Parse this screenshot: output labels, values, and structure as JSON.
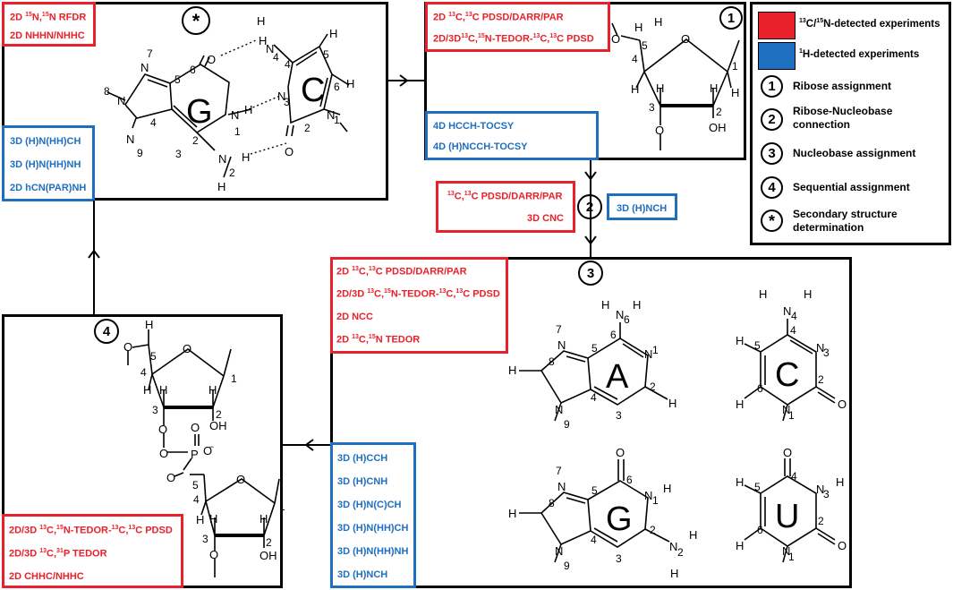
{
  "legend": {
    "red_label": "13C/15N-detected experiments",
    "blue_label": "1H-detected experiments",
    "items": [
      {
        "mark": "1",
        "label": "Ribose assignment"
      },
      {
        "mark": "2",
        "label": "Ribose-Nucleobase connection"
      },
      {
        "mark": "3",
        "label": "Nucleobase assignment"
      },
      {
        "mark": "4",
        "label": "Sequential assignment"
      },
      {
        "mark": "*",
        "label": "Secondary structure determination"
      }
    ]
  },
  "panels": {
    "star": {
      "mark": "*",
      "red": [
        "2D 15N,15N RFDR",
        "2D NHHN/NHHC"
      ],
      "blue": [
        "3D (H)N(HH)CH",
        "3D (H)N(HH)NH",
        "2D hCN(PAR)NH"
      ]
    },
    "one": {
      "mark": "1",
      "red": [
        "2D 13C,13C PDSD/DARR/PAR",
        "2D/3D13C,15N-TEDOR-13C,13C PDSD"
      ],
      "blue": [
        "4D HCCH-TOCSY",
        "4D (H)NCCH-TOCSY"
      ]
    },
    "two": {
      "mark": "2",
      "red": [
        "13C,13C PDSD/DARR/PAR",
        "3D CNC"
      ],
      "blue": [
        "3D (H)NCH"
      ]
    },
    "three": {
      "mark": "3",
      "red": [
        "2D 13C,13C PDSD/DARR/PAR",
        "2D/3D 13C,15N-TEDOR-13C,13C PDSD",
        "2D NCC",
        "2D 13C,15N TEDOR"
      ],
      "blue": [
        "3D (H)CCH",
        "3D (H)CNH",
        "3D (H)N(C)CH",
        "3D (H)N(HH)CH",
        "3D (H)N(HH)NH",
        "3D (H)NCH"
      ]
    },
    "four": {
      "mark": "4",
      "red": [
        "2D/3D 13C,15N-TEDOR-13C,13C PDSD",
        "2D/3D 13C,31P TEDOR",
        "2D CHHC/NHHC"
      ]
    }
  },
  "bases": {
    "guanine": "G",
    "cytosine": "C",
    "adenine": "A",
    "uracil": "U"
  },
  "colors": {
    "red": "#e8212a",
    "blue": "#1e6fbf"
  }
}
